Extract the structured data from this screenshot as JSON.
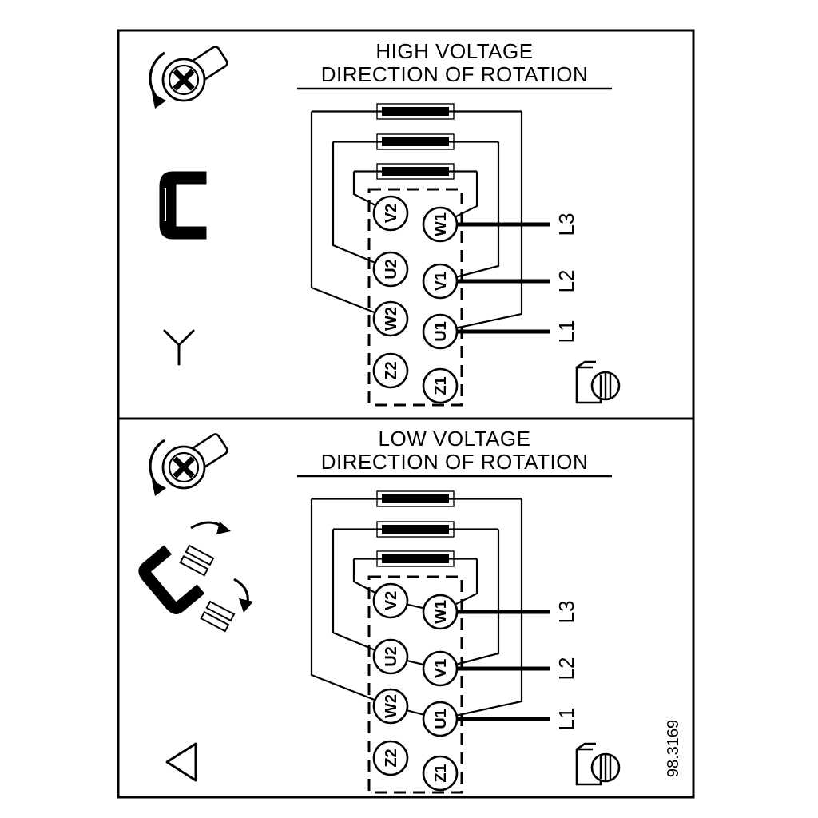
{
  "figure_number": "98.3169",
  "colors": {
    "foreground": "#000000",
    "background": "#ffffff"
  },
  "icons": [
    "screw-rotation-icon",
    "star-jumper-bracket-icon",
    "star-symbol",
    "viewing-direction-icon",
    "jumper-repositioning-icon",
    "delta-symbol"
  ],
  "panels": [
    {
      "title_line1": "HIGH VOLTAGE",
      "title_line2": "DIRECTION OF ROTATION",
      "connection_symbol": "star",
      "terminals_left": [
        "V2",
        "U2",
        "W2",
        "Z2"
      ],
      "terminals_right": [
        "W1",
        "V1",
        "U1",
        "Z1"
      ],
      "line_labels": [
        "L3",
        "L2",
        "L1"
      ]
    },
    {
      "title_line1": "LOW VOLTAGE",
      "title_line2": "DIRECTION OF ROTATION",
      "connection_symbol": "delta",
      "terminals_left": [
        "V2",
        "U2",
        "W2",
        "Z2"
      ],
      "terminals_right": [
        "W1",
        "V1",
        "U1",
        "Z1"
      ],
      "line_labels": [
        "L3",
        "L2",
        "L1"
      ]
    }
  ]
}
